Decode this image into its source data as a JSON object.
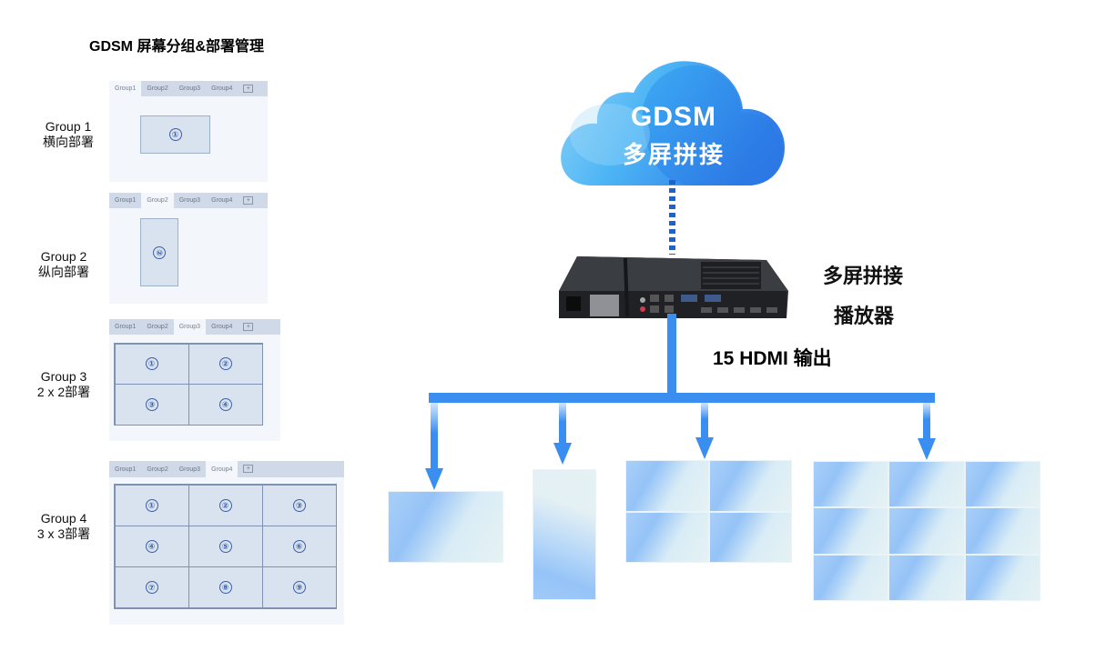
{
  "left": {
    "title": "GDSM 屏幕分组&部署管理",
    "tabs": [
      "Group1",
      "Group2",
      "Group3",
      "Group4"
    ],
    "add_tab_icon": "add-tab-icon",
    "groups": [
      {
        "label_line1": "Group 1",
        "label_line2": "横向部署",
        "active_tab": "Group1",
        "layout": "1 landscape",
        "screens": [
          "①"
        ]
      },
      {
        "label_line1": "Group 2",
        "label_line2": "纵向部署",
        "active_tab": "Group2",
        "layout": "1 portrait",
        "screens": [
          "②"
        ]
      },
      {
        "label_line1": "Group 3",
        "label_line2": "2 x 2部署",
        "active_tab": "Group3",
        "layout": "2x2",
        "screens": [
          "①",
          "②",
          "③",
          "④"
        ]
      },
      {
        "label_line1": "Group 4",
        "label_line2": "3 x 3部署",
        "active_tab": "Group4",
        "layout": "3x3",
        "screens": [
          "①",
          "②",
          "③",
          "④",
          "⑤",
          "⑥",
          "⑦",
          "⑧",
          "⑨"
        ]
      }
    ]
  },
  "right": {
    "cloud": {
      "line1": "GDSM",
      "line2": "多屏拼接",
      "icon": "cloud-icon"
    },
    "device": {
      "label_line1": "多屏拼接",
      "label_line2": "播放器",
      "icon": "media-player-device-icon"
    },
    "output_label": "15 HDMI 输出",
    "displays": [
      {
        "name": "single-landscape",
        "rows": 1,
        "cols": 1
      },
      {
        "name": "single-portrait",
        "rows": 1,
        "cols": 1
      },
      {
        "name": "wall-2x2",
        "rows": 2,
        "cols": 2
      },
      {
        "name": "wall-3x3",
        "rows": 3,
        "cols": 3
      }
    ]
  },
  "colors": {
    "connector_blue": "#3a8ef0",
    "dotted_blue": "#1e63c9",
    "panel_bg": "#f3f6fb",
    "tabbar_bg": "#cfd9e8",
    "screen_fill": "#d9e2ef",
    "screen_number": "#3d5fa6"
  }
}
